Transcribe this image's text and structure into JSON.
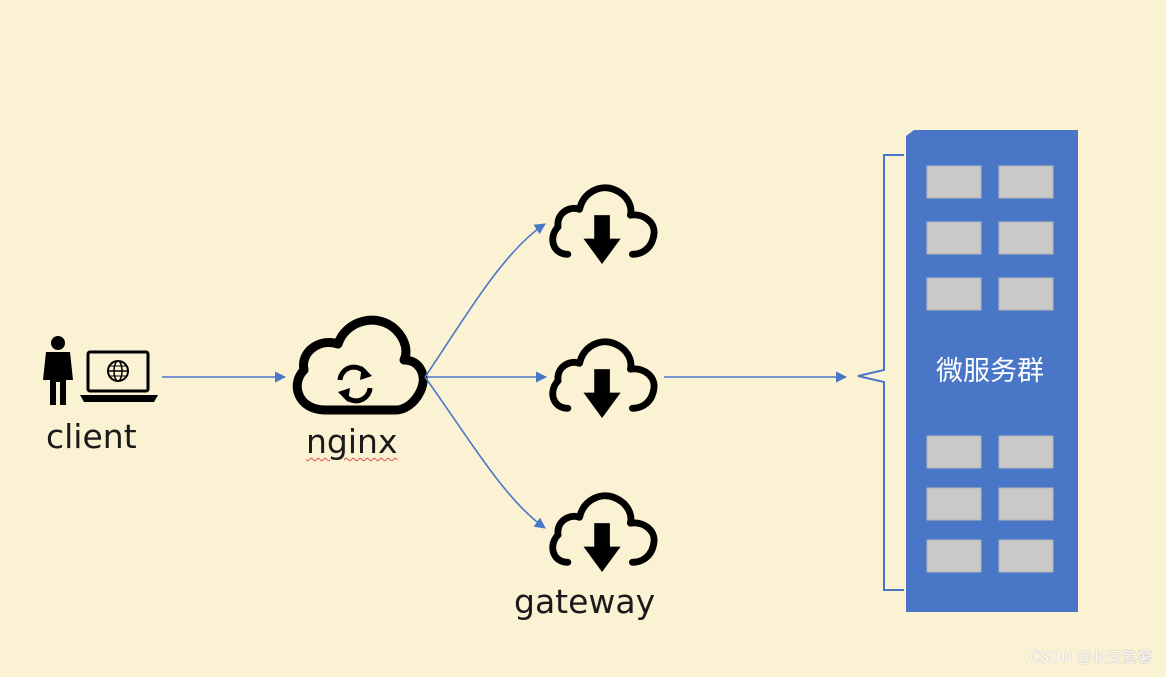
{
  "labels": {
    "client": "client",
    "nginx": "nginx",
    "gateway": "gateway",
    "cluster": "微服务群"
  },
  "icons": {
    "client": "person-laptop-globe-icon",
    "nginx": "cloud-sync-icon",
    "gateway": "cloud-download-icon",
    "cluster": "server-rack"
  },
  "colors": {
    "background": "#fbf1d3",
    "arrow": "#4a76c8",
    "cluster": "#4a76c8",
    "server_slot": "#c9c9c9"
  },
  "watermark": "CSDN @长安紫薯"
}
